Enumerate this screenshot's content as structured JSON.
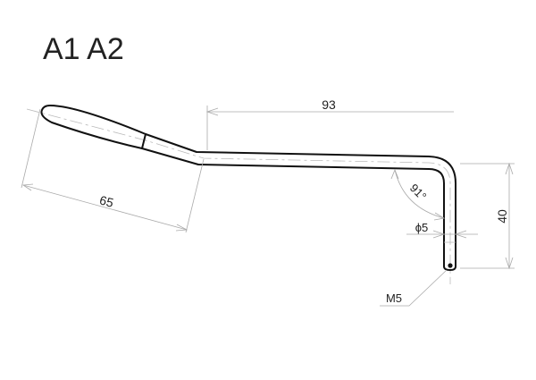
{
  "title": "A1  A2",
  "dimensions": {
    "length_horizontal": "93",
    "length_handle": "65",
    "height": "40",
    "angle": "91°",
    "diameter": "ϕ5",
    "thread": "M5"
  }
}
